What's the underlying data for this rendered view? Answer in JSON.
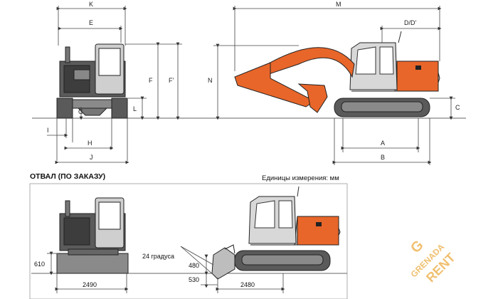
{
  "top_labels": {
    "K": "K",
    "E": "E",
    "F": "F",
    "F_prime": "F'",
    "L": "L",
    "G": "G",
    "I": "I",
    "H": "H",
    "J": "J",
    "M": "M",
    "D": "D/D'",
    "N": "N",
    "C": "C",
    "A": "A",
    "B": "B"
  },
  "blade_section": {
    "title": "ОТВАЛ (ПО ЗАКАЗУ)",
    "units": "Единицы измерения: мм",
    "angle_label": "24 градуса",
    "values": {
      "left_height": "610",
      "left_width": "2490",
      "blade_height": "480",
      "blade_depth": "530",
      "blade_offset": "2480"
    }
  },
  "watermark": {
    "line1": "G",
    "line2": "GRENADA",
    "line3": "RENT"
  },
  "colors": {
    "body_orange": "#e8662a",
    "dark_gray": "#4a4a4a",
    "light_gray": "#cfcfcf",
    "line": "#555555",
    "watermark": "#f0c070"
  }
}
